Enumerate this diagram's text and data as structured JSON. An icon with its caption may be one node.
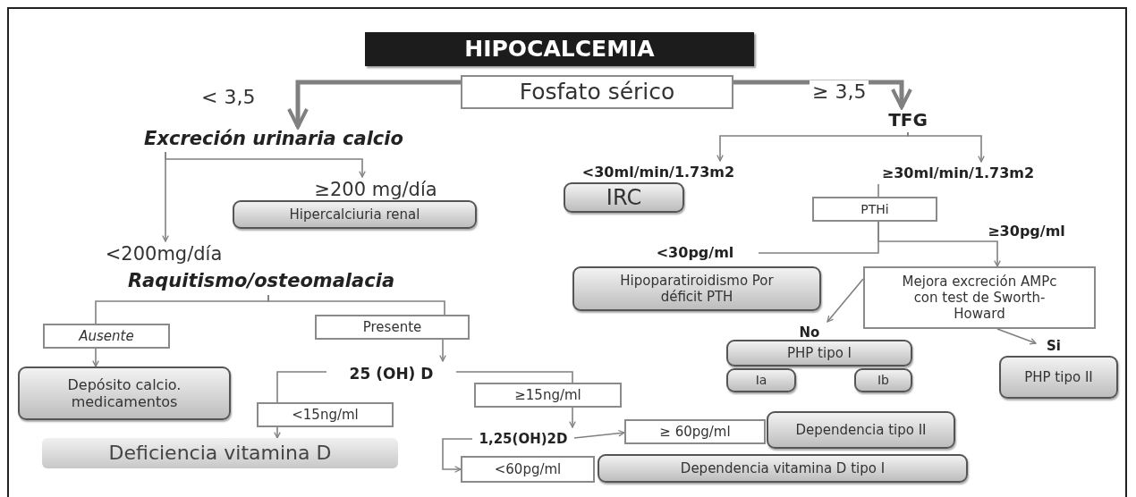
{
  "diagram": {
    "nodes": [
      {
        "text": [
          "HIPOCALCEMIA"
        ]
      },
      {
        "text": [
          "Fosfato sérico"
        ]
      },
      {
        "text": [
          "Excreción urinaria calcio"
        ]
      },
      {
        "text": [
          "TFG"
        ]
      },
      {
        "text": [
          "≥200 mg/día"
        ]
      },
      {
        "text": [
          "Hipercalciuria renal"
        ]
      },
      {
        "text": [
          "<200mg/día"
        ]
      },
      {
        "text": [
          "Raquitismo/osteomalacia"
        ]
      },
      {
        "text": [
          "Ausente"
        ]
      },
      {
        "text": [
          "Presente"
        ]
      },
      {
        "text": [
          "Depósito calcio. medicamentos"
        ]
      },
      {
        "text": [
          "25 (OH) D"
        ]
      },
      {
        "text": [
          "≥15ng/ml"
        ]
      },
      {
        "text": [
          "<15ng/ml"
        ]
      },
      {
        "text": [
          "1,25(OH)2D"
        ]
      },
      {
        "text": [
          "Deficiencia vitamina D"
        ]
      },
      {
        "text": [
          "≥ 60pg/ml"
        ]
      },
      {
        "text": [
          "Dependencia tipo II"
        ]
      },
      {
        "text": [
          "<60pg/ml"
        ]
      },
      {
        "text": [
          "Dependencia  vitamina D tipo I"
        ]
      },
      {
        "text": [
          "<30ml/min/1.73m2"
        ]
      },
      {
        "text": [
          "≥30ml/min/1.73m2"
        ]
      },
      {
        "text": [
          "IRC"
        ]
      },
      {
        "text": [
          "PTHi"
        ]
      },
      {
        "text": [
          "≥30pg/ml"
        ]
      },
      {
        "text": [
          "<30pg/ml"
        ]
      },
      {
        "text": [
          "Hipoparatiroidismo Por déficit PTH"
        ]
      },
      {
        "text": [
          "Mejora excreción AMPc con test de Sworth-Howard"
        ]
      },
      {
        "text": [
          "No"
        ]
      },
      {
        "text": [
          "PHP tipo I"
        ]
      },
      {
        "text": [
          "Ia"
        ]
      },
      {
        "text": [
          "Ib"
        ]
      },
      {
        "text": [
          "Si"
        ]
      },
      {
        "text": [
          "PHP tipo II"
        ]
      }
    ],
    "edges": [
      {
        "from": 1,
        "to": 2,
        "arrow": "to",
        "label": "< 3,5",
        "style": "thick"
      },
      {
        "from": 1,
        "to": 3,
        "arrow": "to",
        "label": "≥ 3,5",
        "style": "thick"
      },
      {
        "from": 2,
        "to": 4,
        "arrow": "to"
      },
      {
        "from": 2,
        "to": 6,
        "arrow": "to"
      },
      {
        "from": 7,
        "to": 8,
        "arrow": "none"
      },
      {
        "from": 7,
        "to": 9,
        "arrow": "none"
      },
      {
        "from": 8,
        "to": 10,
        "arrow": "to"
      },
      {
        "from": 9,
        "to": 11,
        "arrow": "to"
      },
      {
        "from": 11,
        "to": 13,
        "arrow": "none"
      },
      {
        "from": 11,
        "to": 12,
        "arrow": "none"
      },
      {
        "from": 13,
        "to": 15,
        "arrow": "to"
      },
      {
        "from": 12,
        "to": 14,
        "arrow": "to"
      },
      {
        "from": 14,
        "to": 16,
        "arrow": "to"
      },
      {
        "from": 14,
        "to": 18,
        "arrow": "to"
      },
      {
        "from": 3,
        "to": 20,
        "arrow": "to"
      },
      {
        "from": 3,
        "to": 21,
        "arrow": "to"
      },
      {
        "from": 21,
        "to": 23,
        "arrow": "none"
      },
      {
        "from": 23,
        "to": 25,
        "arrow": "none"
      },
      {
        "from": 23,
        "to": 27,
        "arrow": "to"
      },
      {
        "from": 27,
        "to": 28,
        "arrow": "to"
      },
      {
        "from": 27,
        "to": 32,
        "arrow": "to"
      }
    ]
  }
}
